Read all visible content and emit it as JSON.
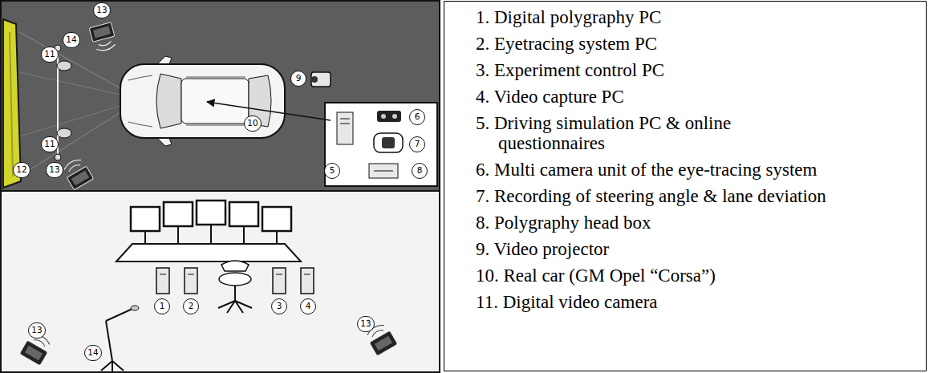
{
  "diagram": {
    "nodes": [
      {
        "text": [
          "1. Digital polygraphy PC",
          "2. Eyetracing system PC",
          "3. Experiment control PC",
          "4. Video capture PC",
          "5. Driving simulation PC & online questionnaires",
          "6. Multi camera unit of the eye-tracing system",
          "7. Recording of steering angle & lane deviation",
          "8. Polygraphy head box",
          "9. Video projector",
          "10. Real car (GM Opel “Corsa”)",
          "11. Digital video camera"
        ]
      }
    ],
    "labels": [
      "14",
      "13",
      "11",
      "11",
      "12",
      "13",
      "9",
      "10",
      "6",
      "7",
      "5",
      "8",
      "1",
      "2",
      "3",
      "4",
      "13",
      "14",
      "13"
    ]
  }
}
